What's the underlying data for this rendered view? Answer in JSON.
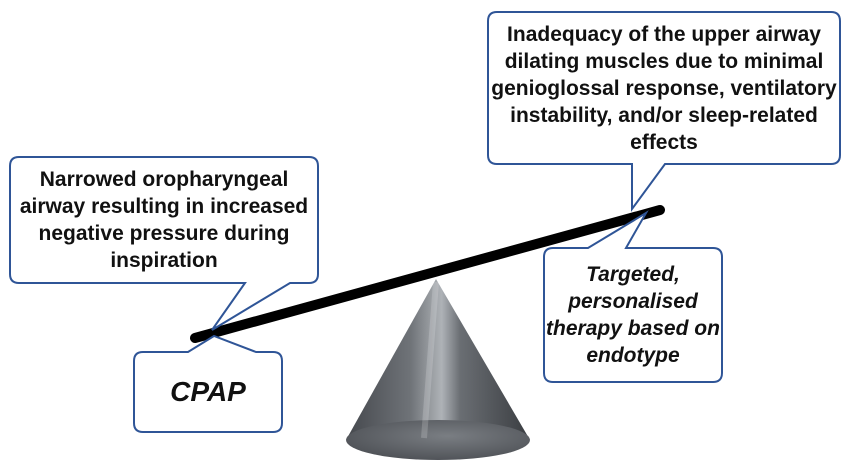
{
  "callouts": {
    "top_right": "Inadequacy of the upper airway dilating muscles due to minimal genioglossal response, ventilatory instability, and/or sleep-related effects",
    "top_left": "Narrowed oropharyngeal airway resulting in increased negative pressure during inspiration",
    "bottom_right": "Targeted, personalised therapy based on endotype",
    "bottom_left": "CPAP"
  },
  "colors": {
    "callout_border": "#2f5597",
    "beam": "#000000",
    "cone_dark": "#3e4146",
    "cone_light": "#c9ccd1"
  }
}
